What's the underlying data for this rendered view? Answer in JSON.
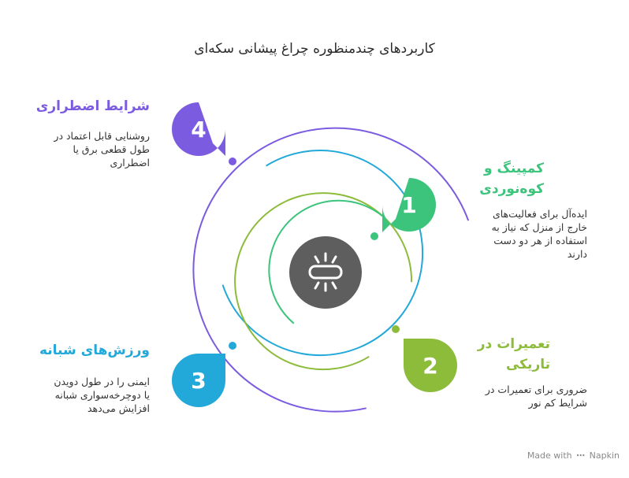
{
  "title": "کاربردهای چندمنظوره چراغ پیشانی سکه‌ای",
  "center_icon": "headlamp-icon",
  "items": [
    {
      "number": "1",
      "heading": "کمپینگ و کوه‌نوردی",
      "heading_lines": [
        "کمپینگ و",
        "کوه‌نوردی"
      ],
      "description_lines": [
        "ایده‌آل برای فعالیت‌های",
        "خارج از منزل که نیاز به",
        "استفاده از هر دو دست",
        "دارند"
      ],
      "color": "#3cc47c"
    },
    {
      "number": "2",
      "heading": "تعمیرات در تاریکی",
      "heading_lines": [
        "تعمیرات در",
        "تاریکی"
      ],
      "description_lines": [
        "ضروری برای تعمیرات در",
        "شرایط کم نور"
      ],
      "color": "#8dbb3a"
    },
    {
      "number": "3",
      "heading": "ورزش‌های شبانه",
      "heading_lines": [
        "ورزش‌های شبانه"
      ],
      "description_lines": [
        "ایمنی را در طول دویدن",
        "یا دوچرخه‌سواری شبانه",
        "افزایش می‌دهد"
      ],
      "color": "#22a8d9"
    },
    {
      "number": "4",
      "heading": "شرایط اضطراری",
      "heading_lines": [
        "شرایط اضطراری"
      ],
      "description_lines": [
        "روشنایی قابل اعتماد در",
        "طول قطعی برق یا",
        "اضطراری"
      ],
      "color": "#7b5ce0"
    }
  ],
  "footer": {
    "made_with": "Made with",
    "brand": "Napkin",
    "icon": "napkin-logo-icon"
  }
}
